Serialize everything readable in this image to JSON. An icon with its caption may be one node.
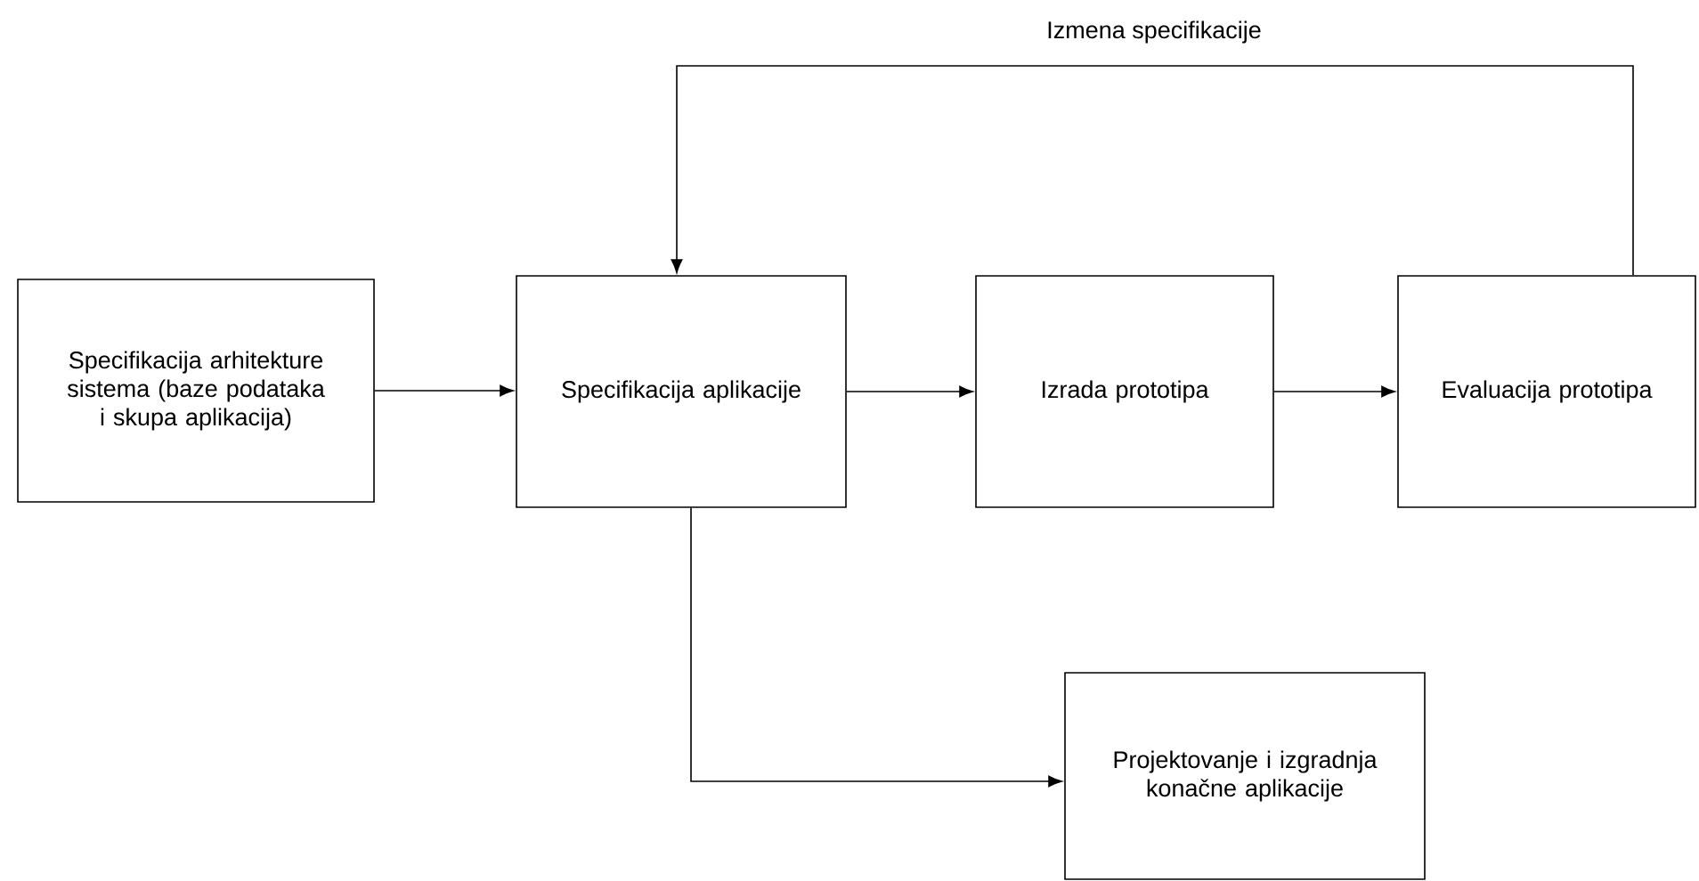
{
  "diagram": {
    "nodes": [
      {
        "text": [
          "Specifikacija arhitekture sistema (baze podataka i skupa aplikacija)"
        ]
      },
      {
        "text": [
          "Specifikacija aplikacije"
        ]
      },
      {
        "text": [
          "Izrada prototipa"
        ]
      },
      {
        "text": [
          "Evaluacija prototipa"
        ]
      },
      {
        "text": [
          "Projektovanje i izgradnja konačne aplikacije"
        ]
      }
    ],
    "edges": [
      {
        "from": 0,
        "to": 1,
        "arrow": "to"
      },
      {
        "from": 1,
        "to": 2,
        "arrow": "to"
      },
      {
        "from": 2,
        "to": 3,
        "arrow": "to"
      },
      {
        "from": 3,
        "to": 1,
        "arrow": "to",
        "label": "Izmena specifikacije"
      },
      {
        "from": 1,
        "to": 4,
        "arrow": "to"
      }
    ]
  }
}
